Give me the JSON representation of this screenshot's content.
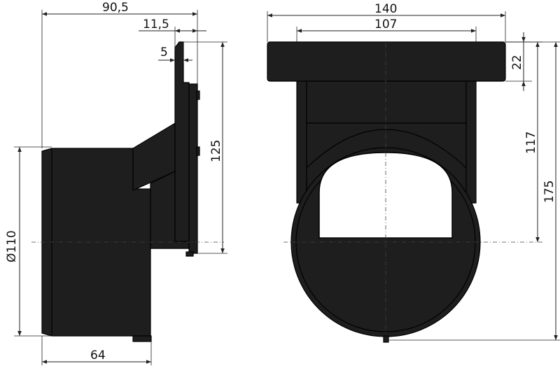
{
  "dimensions": {
    "side_width": "90,5",
    "side_offset_a": "11,5",
    "side_offset_b": "5",
    "side_height": "125",
    "pipe_diameter": "Ø110",
    "side_depth": "64",
    "front_width": "140",
    "front_inner_width": "107",
    "flange_height": "22",
    "center_height": "117",
    "total_height": "175"
  },
  "colors": {
    "part_fill": "#1e1e1e",
    "line": "#222222",
    "background": "#ffffff"
  }
}
